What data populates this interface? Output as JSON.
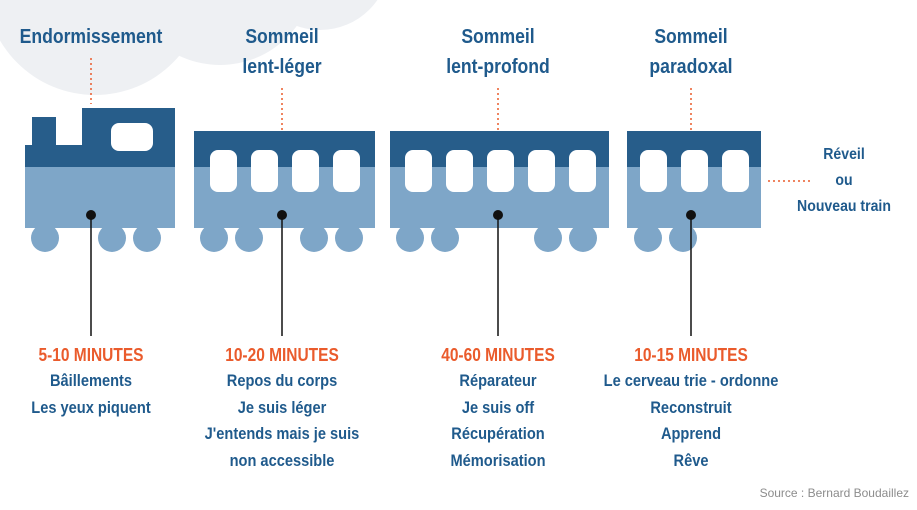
{
  "colors": {
    "dark_blue": "#275d8a",
    "light_blue": "#7ea6c8",
    "cloud": "#eef0f3",
    "orange": "#ea5b2c",
    "text_blue": "#1f5a8c",
    "window": "#ffffff"
  },
  "stages": [
    {
      "title_lines": [
        "Endormissement"
      ],
      "duration": "5-10 MINUTES",
      "desc_lines": [
        "Bâillements",
        "Les yeux piquent"
      ]
    },
    {
      "title_lines": [
        "Sommeil",
        "lent-léger"
      ],
      "duration": "10-20 MINUTES",
      "desc_lines": [
        "Repos du corps",
        "Je suis léger",
        "J'entends mais je suis",
        "non accessible"
      ]
    },
    {
      "title_lines": [
        "Sommeil",
        "lent-profond"
      ],
      "duration": "40-60 MINUTES",
      "desc_lines": [
        "Réparateur",
        "Je suis off",
        "Récupération",
        "Mémorisation"
      ]
    },
    {
      "title_lines": [
        "Sommeil",
        "paradoxal"
      ],
      "duration": "10-15 MINUTES",
      "desc_lines": [
        "Le cerveau trie - ordonne",
        "Reconstruit",
        "Apprend",
        "Rêve"
      ]
    }
  ],
  "wake_lines": [
    "Réveil",
    "ou",
    "Nouveau train"
  ],
  "source": "Source : Bernard Boudaillez"
}
